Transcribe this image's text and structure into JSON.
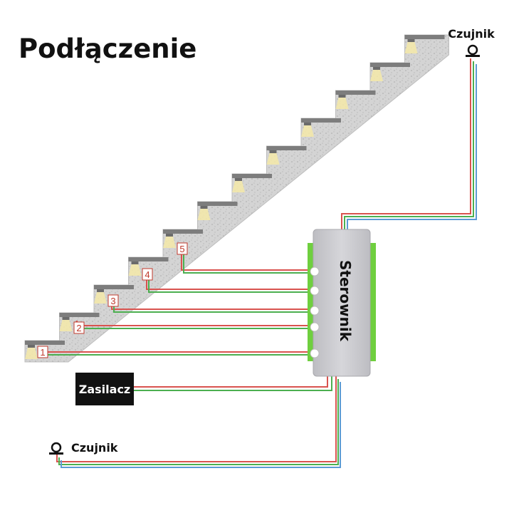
{
  "title": "Podłączenie",
  "sensor_top": {
    "label": "Czujnik",
    "icon": "sensor-icon"
  },
  "sensor_bottom": {
    "label": "Czujnik",
    "icon": "sensor-icon"
  },
  "controller": {
    "label": "Sterownik",
    "body_color": "#c8c8cc",
    "rail_color": "#6fcf3f",
    "channels": 5
  },
  "power_supply": {
    "label": "Zasilacz",
    "bg_color": "#111111"
  },
  "steps": {
    "count": 12,
    "numbered": [
      "1",
      "2",
      "3",
      "4",
      "5"
    ]
  },
  "wire_colors": {
    "red": "#d9534f",
    "green": "#4caf50",
    "blue": "#5b9bd5"
  }
}
